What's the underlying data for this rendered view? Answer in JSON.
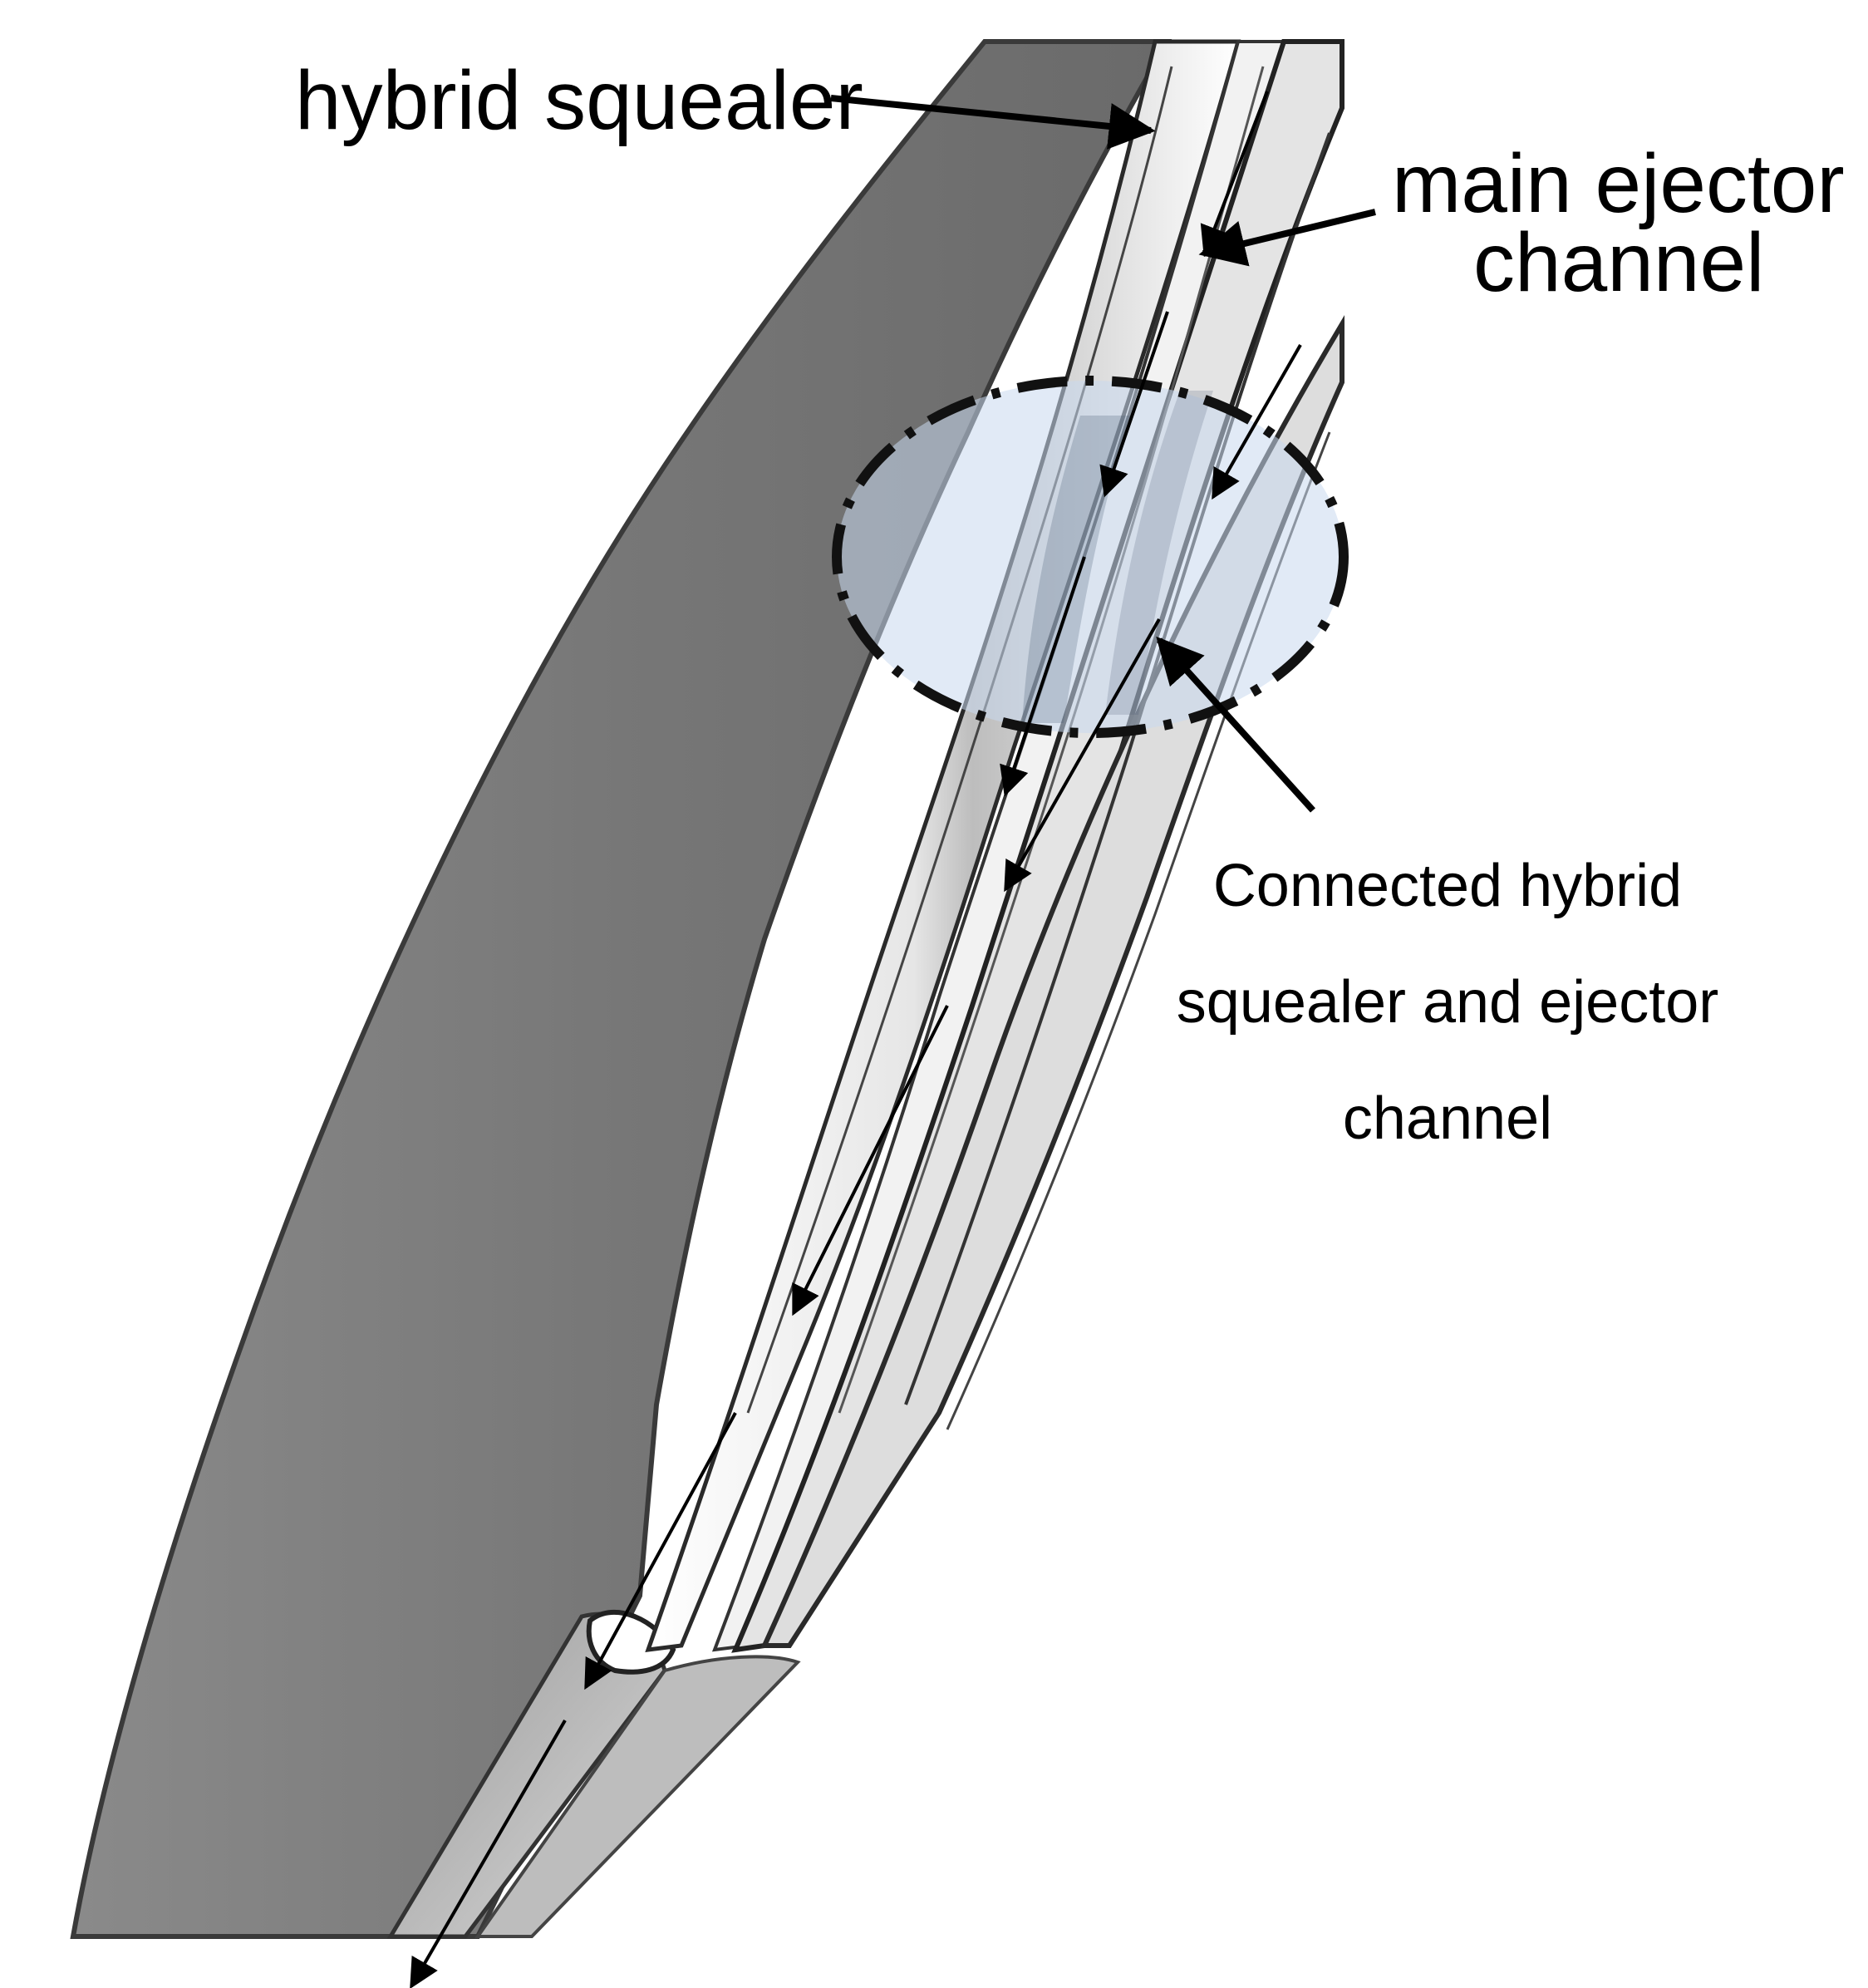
{
  "labels": {
    "hybrid_squealer": "hybrid squealer",
    "main_ejector_line1": "main ejector",
    "main_ejector_line2": "channel",
    "connected_line1": "Connected hybrid",
    "connected_line2": "squealer and ejector",
    "connected_line3": "channel"
  },
  "colors": {
    "blade_fill": "#7a7a7a",
    "blade_edge": "#3a3a3a",
    "highlight_fill": "#c9d9ee",
    "ellipse_stroke": "#111111",
    "arrow": "#000000"
  }
}
